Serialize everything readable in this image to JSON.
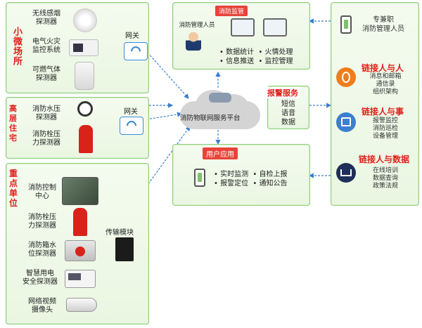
{
  "left": {
    "small": {
      "section_label": "小微场所",
      "devices": [
        {
          "label": "无线感烟\n探测器"
        },
        {
          "label": "电气火灾\n监控系统"
        },
        {
          "label": "可燃气体\n探测器"
        }
      ],
      "gateway_label": "网关"
    },
    "highrise": {
      "section_label": "高层住宅",
      "devices": [
        {
          "label": "消防水压\n探测器"
        },
        {
          "label": "消防栓压\n力探测器"
        }
      ],
      "gateway_label": "网关"
    },
    "key": {
      "section_label": "重点单位",
      "devices": [
        {
          "label": "消防控制\n中心"
        },
        {
          "label": "消防栓压\n力探测器"
        },
        {
          "label": "消防箱水\n位探测器"
        },
        {
          "label": "智慧用电\n安全探测器"
        },
        {
          "label": "网络视频\n摄像头"
        }
      ],
      "module_label": "传输模块"
    }
  },
  "center": {
    "supervision": {
      "title": "消防监管",
      "person_label": "消防管理人员",
      "bullets": "• 数据统计  • 火情处理\n• 信息推送  • 监控管理"
    },
    "cloud_label": "消防物联网服务平台",
    "alarm": {
      "title": "报警服务",
      "items": "短信\n语音\n数据"
    },
    "user_app": {
      "title": "用户应用",
      "bullets": "• 实时监测  • 自检上报\n• 报警定位  • 通知公告"
    }
  },
  "right": {
    "top": {
      "label": "专兼职\n消防管理人员"
    },
    "people": {
      "title": "链接人与人",
      "sub": "消息和邮箱\n通信录\n组织架构"
    },
    "things": {
      "title": "链接人与事",
      "sub": "报警监控\n消防巡检\n设备管理"
    },
    "data": {
      "title": "链接人与数据",
      "sub": "在线培训\n数据查询\n政策法规"
    }
  },
  "colors": {
    "panel_border": "#8fd07a",
    "accent_red": "#e0201a",
    "arrow_blue": "#3a7fd0"
  }
}
